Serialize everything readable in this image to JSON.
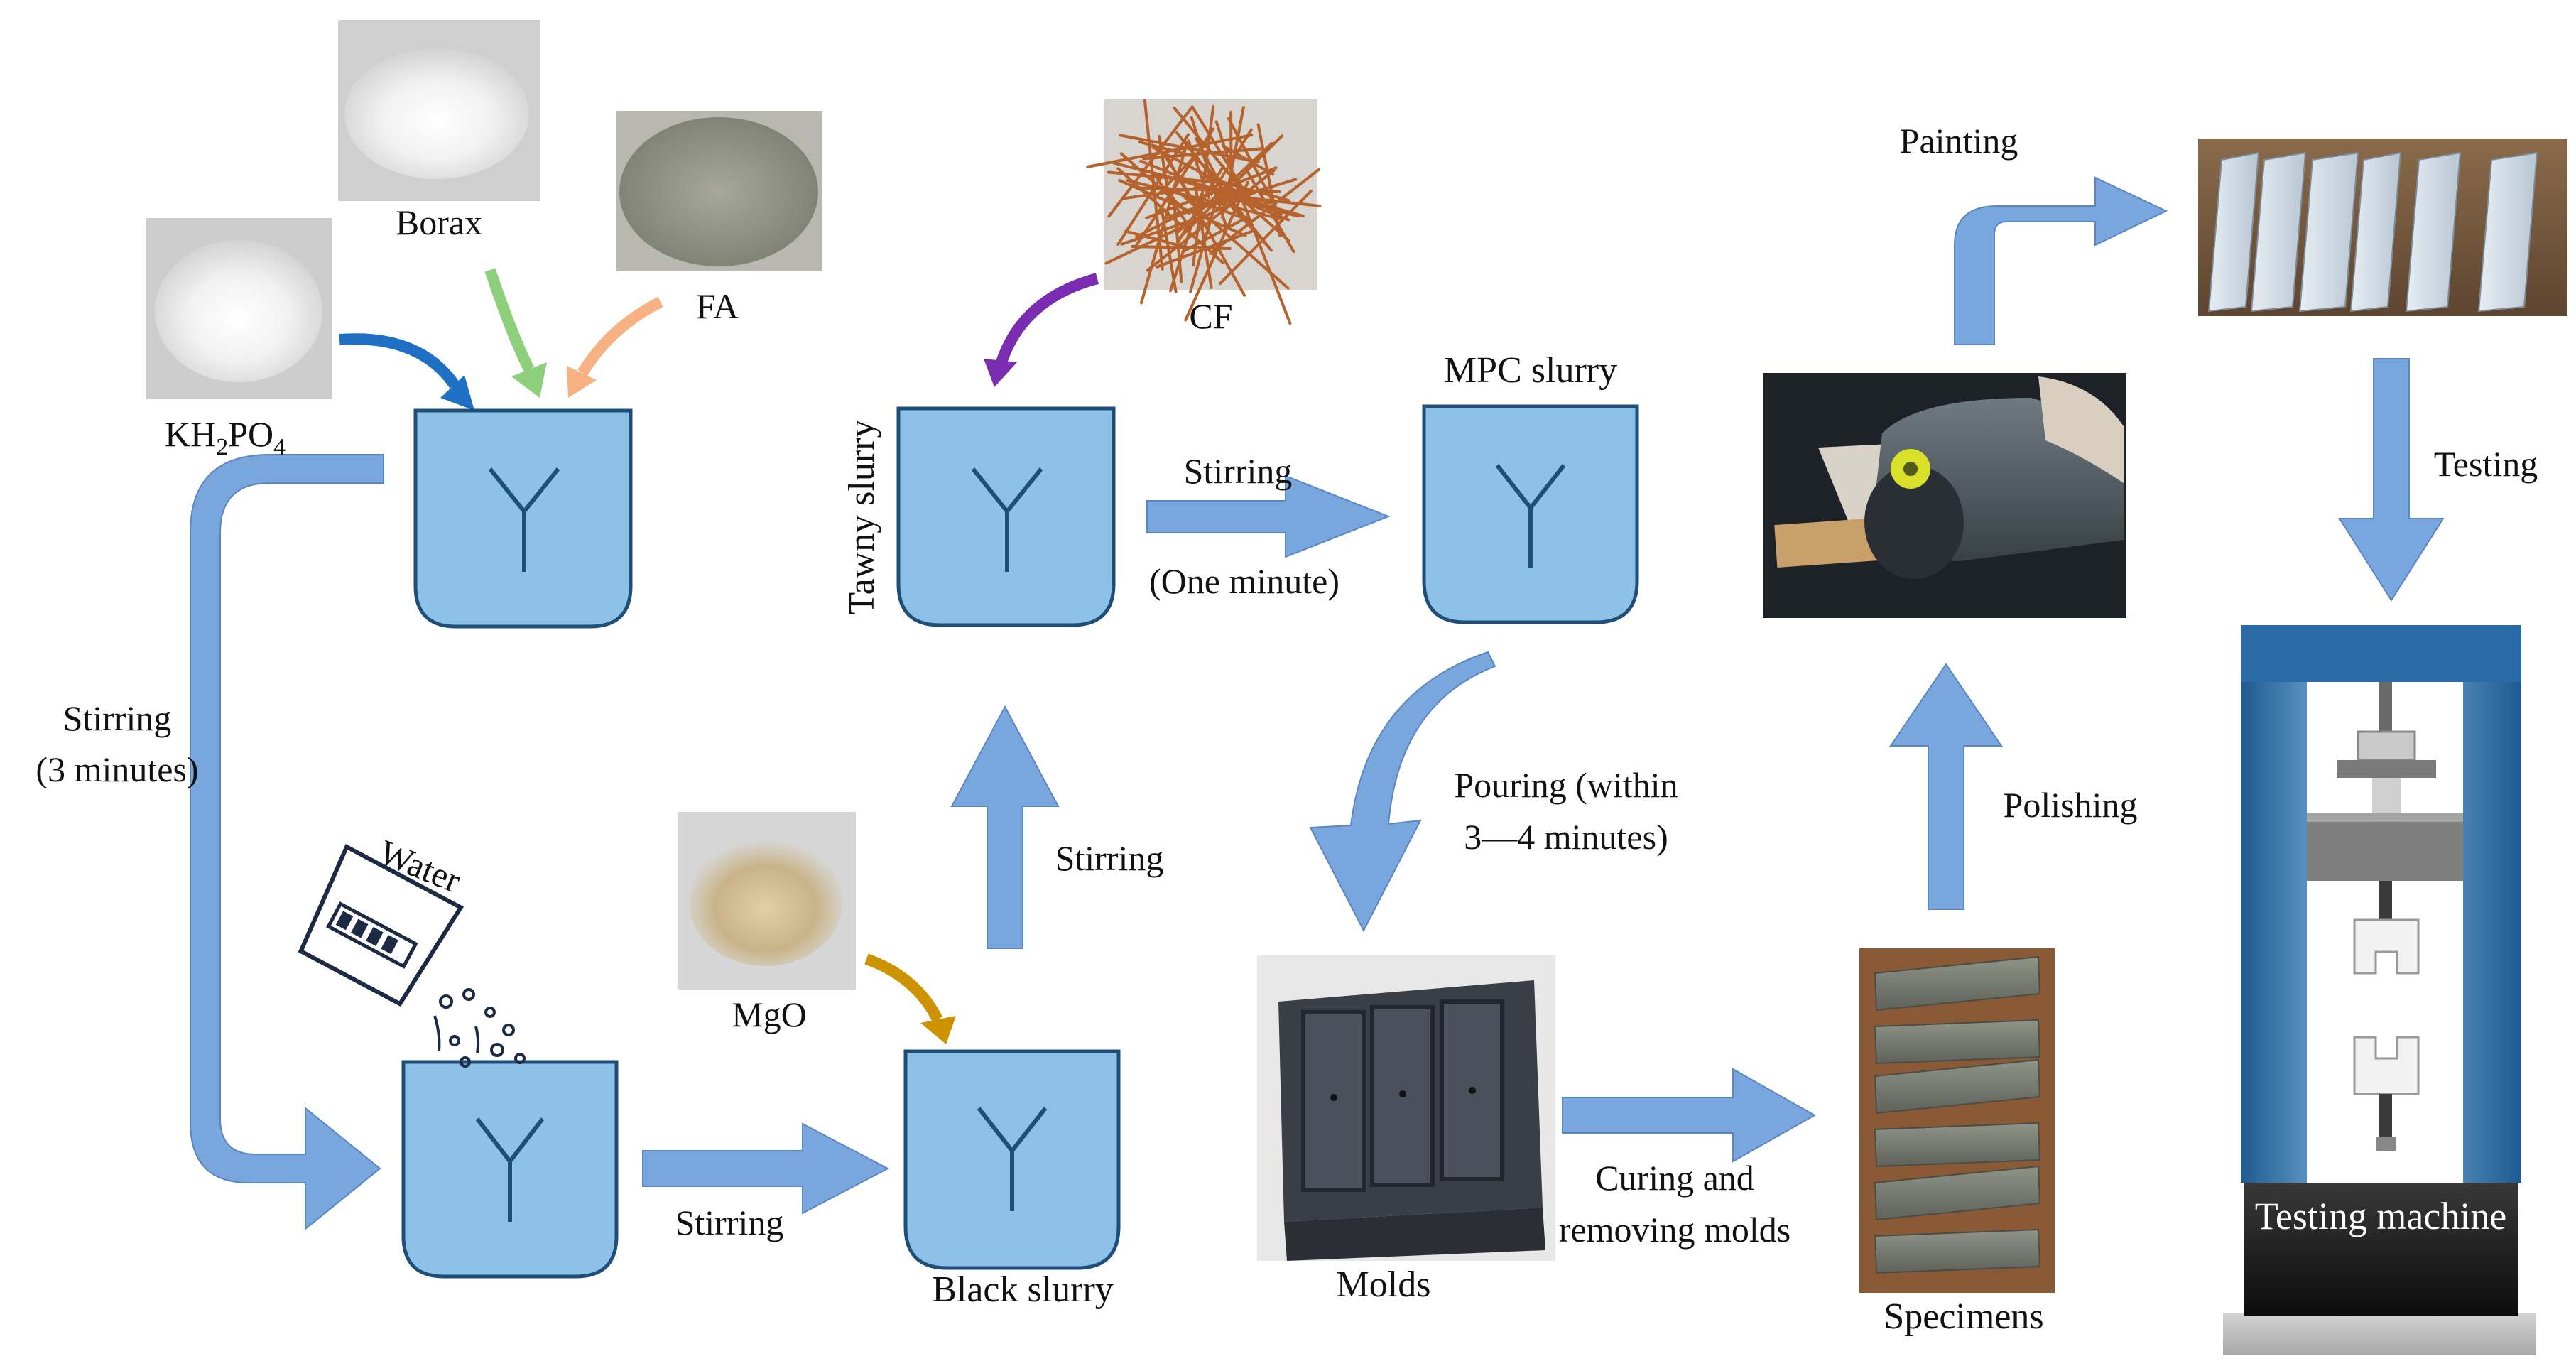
{
  "materials": {
    "kh2po4_main": "KH",
    "kh2po4_sub2": "2",
    "kh2po4_mid": "PO",
    "kh2po4_sub4": "4",
    "borax": "Borax",
    "fa": "FA",
    "cf": "CF",
    "water": "Water",
    "mgo": "MgO"
  },
  "containers": {
    "tawny_slurry": "Tawny slurry",
    "mpc_slurry": "MPC slurry",
    "black_slurry": "Black slurry"
  },
  "steps": {
    "stirring_3_line1": "Stirring",
    "stirring_3_line2": "(3 minutes)",
    "stirring_bottom": "Stirring",
    "stirring_up": "Stirring",
    "stirring_one_line1": "Stirring",
    "stirring_one_line2": "(One minute)",
    "pouring_line1": "Pouring (within",
    "pouring_line2": "3—4 minutes)",
    "curing_line1": "Curing and",
    "curing_line2": "removing molds",
    "polishing": "Polishing",
    "painting": "Painting",
    "testing": "Testing"
  },
  "products": {
    "molds": "Molds",
    "specimens": "Specimens",
    "testing_machine": "Testing machine"
  },
  "colors": {
    "arrow_fill": "#7aa6de",
    "arrow_stroke": "#5a86c4",
    "beaker_fill": "#8dc1e7",
    "beaker_stroke": "#1f4e79",
    "blue_arrow": "#1f6fc4",
    "green_arrow": "#8ecf7c",
    "orange_arrow": "#f7b183",
    "purple_arrow": "#7a2db0",
    "gold_arrow": "#cc9200"
  }
}
